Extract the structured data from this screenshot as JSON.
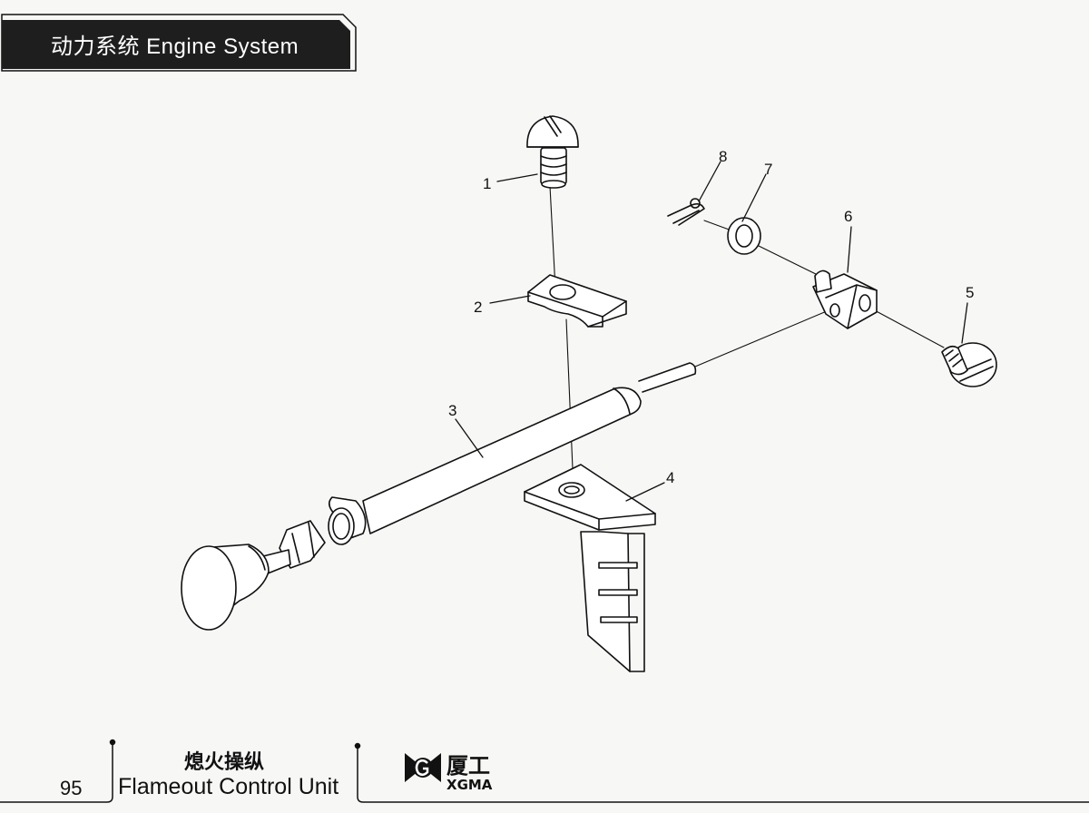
{
  "header": {
    "title": "动力系统  Engine System"
  },
  "diagram": {
    "callouts": [
      "1",
      "2",
      "3",
      "4",
      "5",
      "6",
      "7",
      "8"
    ]
  },
  "footer": {
    "page_number": "95",
    "title_zh": "熄火操纵",
    "title_en": "Flameout Control Unit",
    "logo": {
      "icon": "xgma-logo-icon",
      "name_zh": "厦工",
      "name_en": "XGMA"
    }
  },
  "colors": {
    "header_fill": "#1e1e1e",
    "line": "#111111",
    "paper": "#f7f7f5"
  }
}
